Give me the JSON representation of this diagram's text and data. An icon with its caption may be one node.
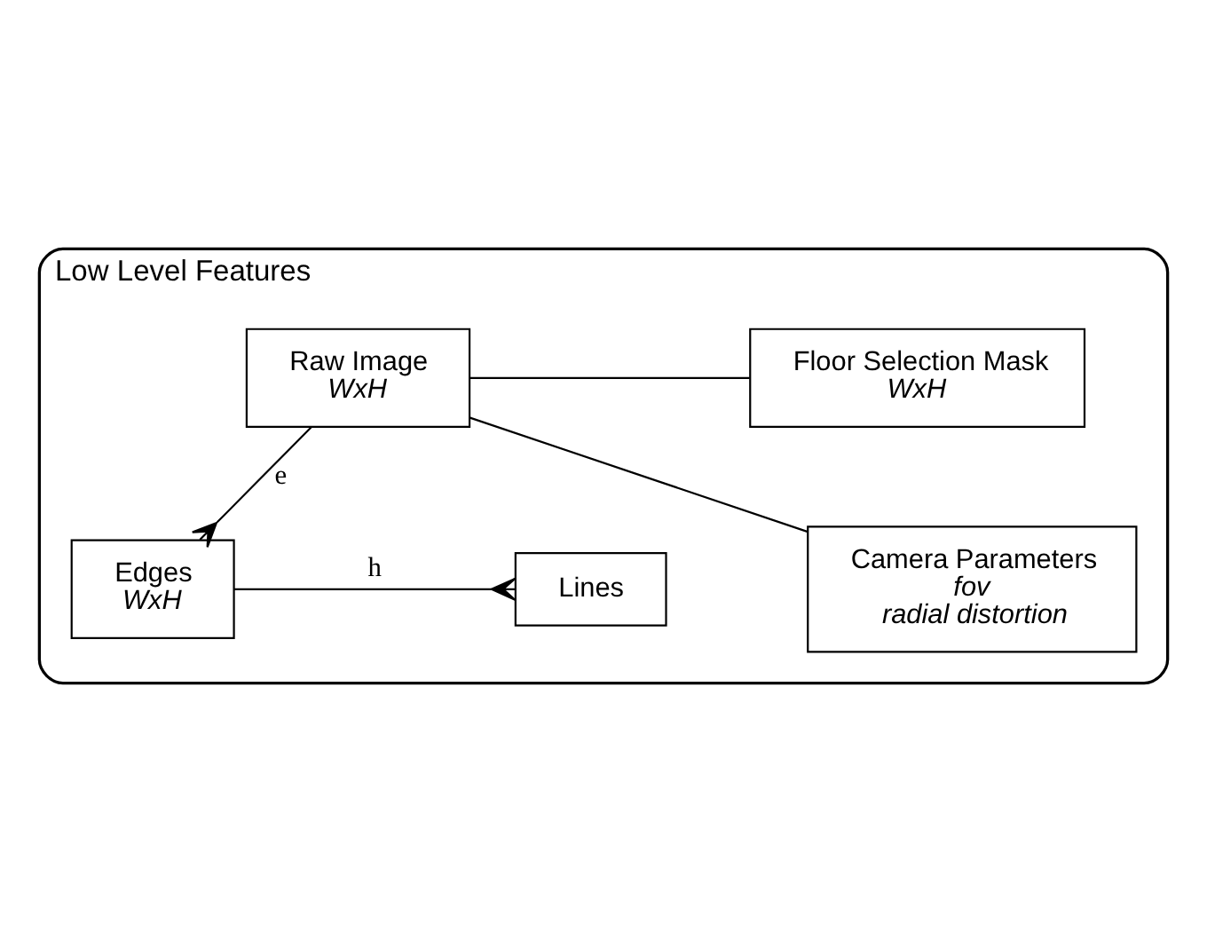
{
  "diagram": {
    "nodes": [
      {
        "text": [
          "Low Level Features"
        ]
      },
      {
        "text": [
          "Edges",
          "WxH"
        ],
        "in": 0
      },
      {
        "text": [
          "Lines"
        ],
        "in": 0
      },
      {
        "text": [
          "Raw Image",
          "WxH"
        ],
        "in": 0
      },
      {
        "text": [
          "Floor Selection Mask",
          "WxH"
        ],
        "in": 0
      },
      {
        "text": [
          "Camera Parameters",
          "fov",
          "radial distortion"
        ],
        "in": 0
      }
    ],
    "edges": [
      {
        "from": 1,
        "to": 2,
        "arrow": "other",
        "label": "h"
      },
      {
        "from": 3,
        "to": 1,
        "arrow": "other",
        "label": "e"
      },
      {
        "from": 3,
        "to": 4,
        "arrow": "none"
      },
      {
        "from": 3,
        "to": 5,
        "arrow": "none"
      }
    ]
  }
}
